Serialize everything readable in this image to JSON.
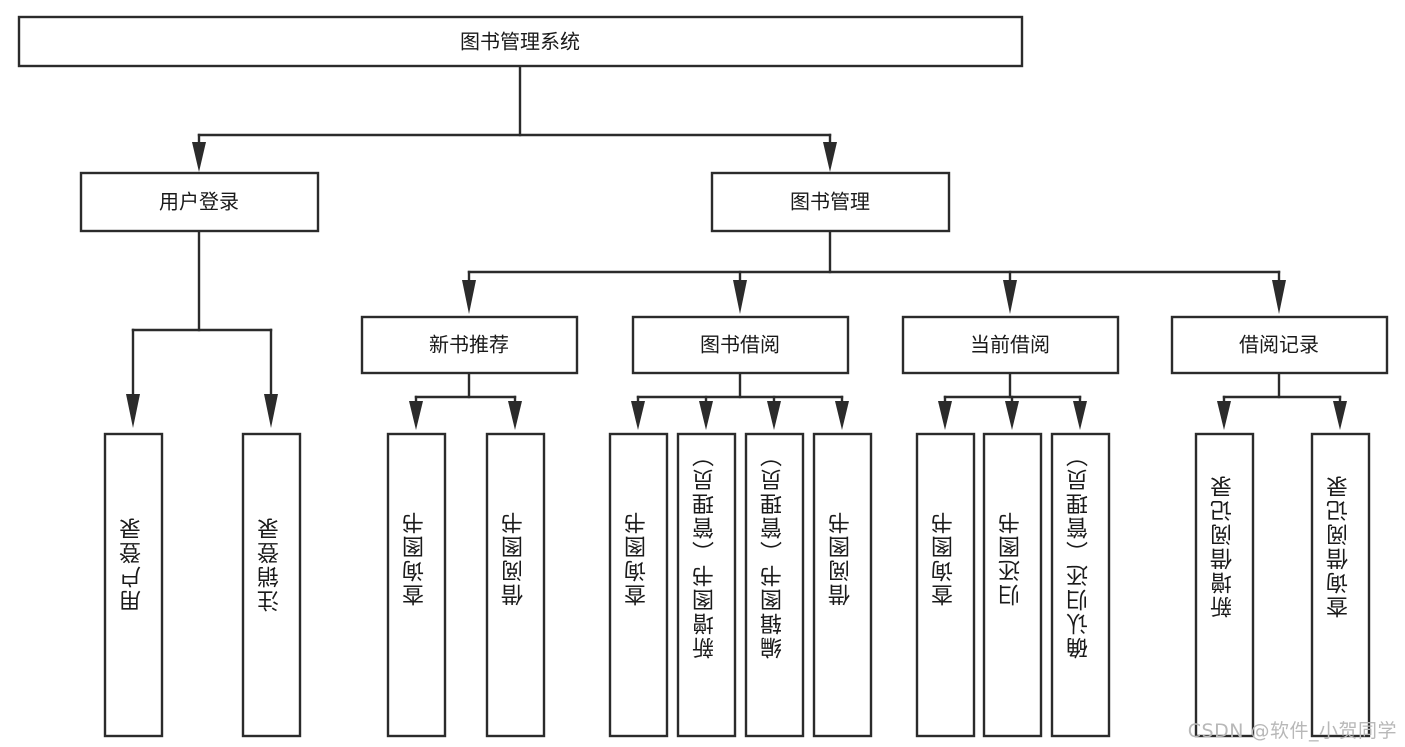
{
  "diagram": {
    "type": "tree",
    "title": "图书管理系统",
    "orientation": "top-down",
    "colors": {
      "background": "#ffffff",
      "box_border": "#2b2b2b",
      "box_fill": "#ffffff",
      "text": "#1a1a1a",
      "connector": "#2b2b2b",
      "watermark": "#b8b8b8"
    },
    "root": {
      "label": "图书管理系统"
    },
    "level2": [
      {
        "label": "用户登录"
      },
      {
        "label": "图书管理"
      }
    ],
    "level3": [
      {
        "label": "新书推荐"
      },
      {
        "label": "图书借阅"
      },
      {
        "label": "当前借阅"
      },
      {
        "label": "借阅记录"
      }
    ],
    "leaves": {
      "user_login": [
        {
          "label": "用户登录"
        },
        {
          "label": "注销登录"
        }
      ],
      "new_book": [
        {
          "label": "查询图书"
        },
        {
          "label": "借阅图书"
        }
      ],
      "book_borrow": [
        {
          "label": "查询图书"
        },
        {
          "label": "新增图书（管理员）"
        },
        {
          "label": "编辑图书（管理员）"
        },
        {
          "label": "借阅图书"
        }
      ],
      "current_borrow": [
        {
          "label": "查询图书"
        },
        {
          "label": "归还图书"
        },
        {
          "label": "确认归还（管理员）"
        }
      ],
      "borrow_record": [
        {
          "label": "新增借阅记录"
        },
        {
          "label": "查询借阅记录"
        }
      ]
    }
  },
  "watermark": {
    "text": "CSDN @软件_小贺同学"
  }
}
